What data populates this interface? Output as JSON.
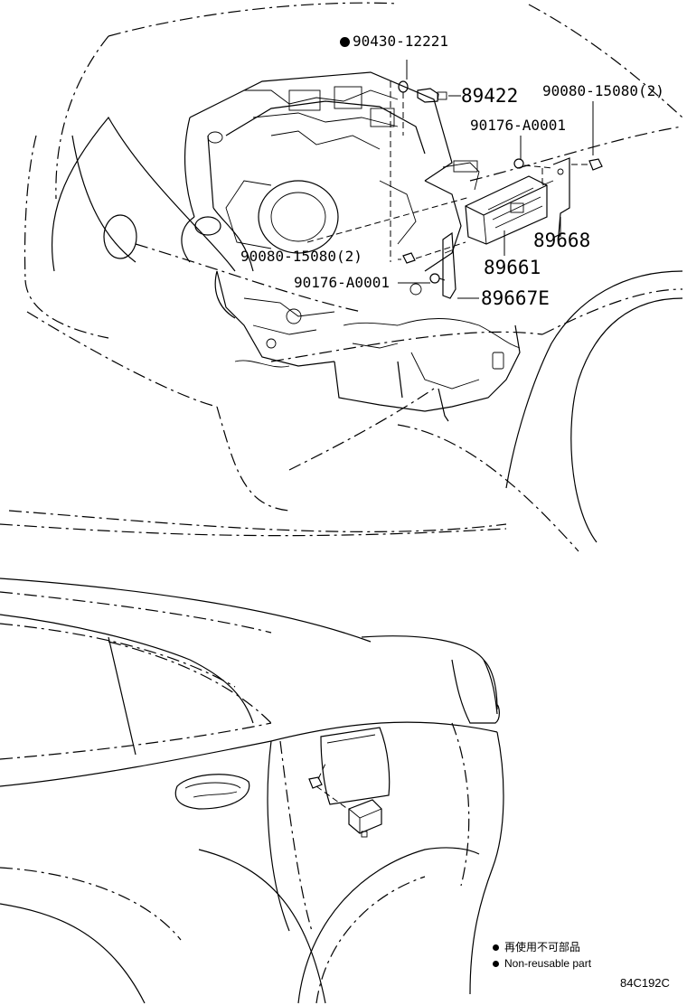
{
  "labels": {
    "p90430": "90430-12221",
    "p89422": "89422",
    "p90080_top": "90080-15080(2)",
    "p90176_top": "90176-A0001",
    "p89668": "89668",
    "p90080_mid": "90080-15080(2)",
    "p89661": "89661",
    "p90176_mid": "90176-A0001",
    "p89667E": "89667E"
  },
  "legend": {
    "japanese": "再使用不可部品",
    "english": "Non-reusable part"
  },
  "figure_code": "84C192C"
}
